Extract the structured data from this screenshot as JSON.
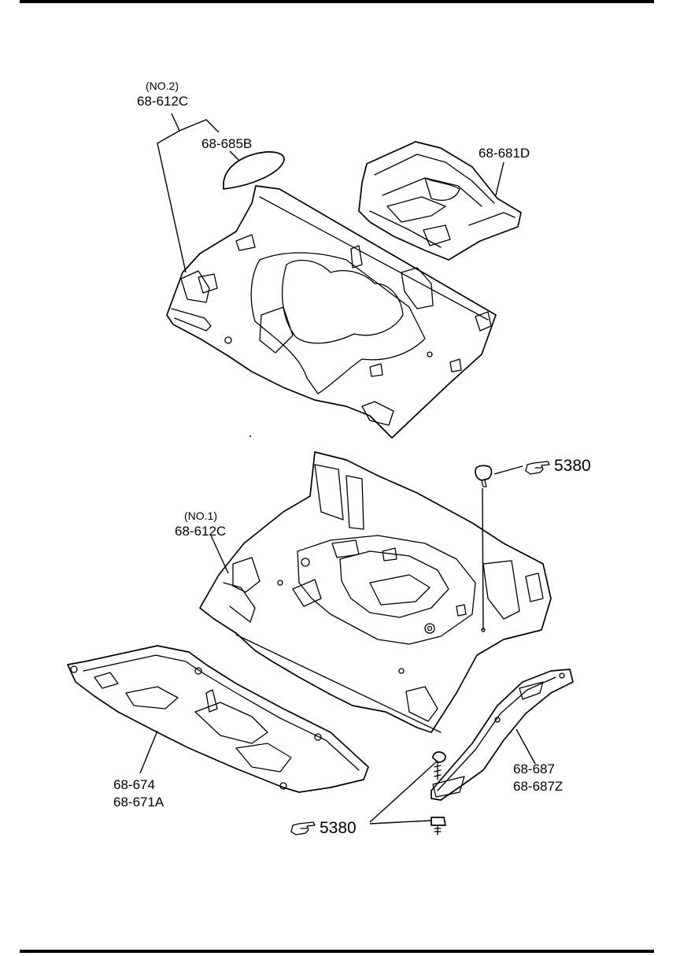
{
  "labels": {
    "no2_tag": "(NO.2)",
    "no2_part": "68-612C",
    "plate_part": "68-685B",
    "rear_panel_part": "68-681D",
    "no1_tag": "(NO.1)",
    "no1_part": "68-612C",
    "under_cover_part_a": "68-674",
    "under_cover_part_b": "68-671A",
    "strip_part_a": "68-687",
    "strip_part_b": "68-687Z",
    "fastener_ref_top": "5380",
    "fastener_ref_bottom": "5380"
  },
  "icons": {
    "reference_pointer": "pointing-hand-icon"
  },
  "colors": {
    "line": "#000000",
    "background": "#ffffff"
  }
}
